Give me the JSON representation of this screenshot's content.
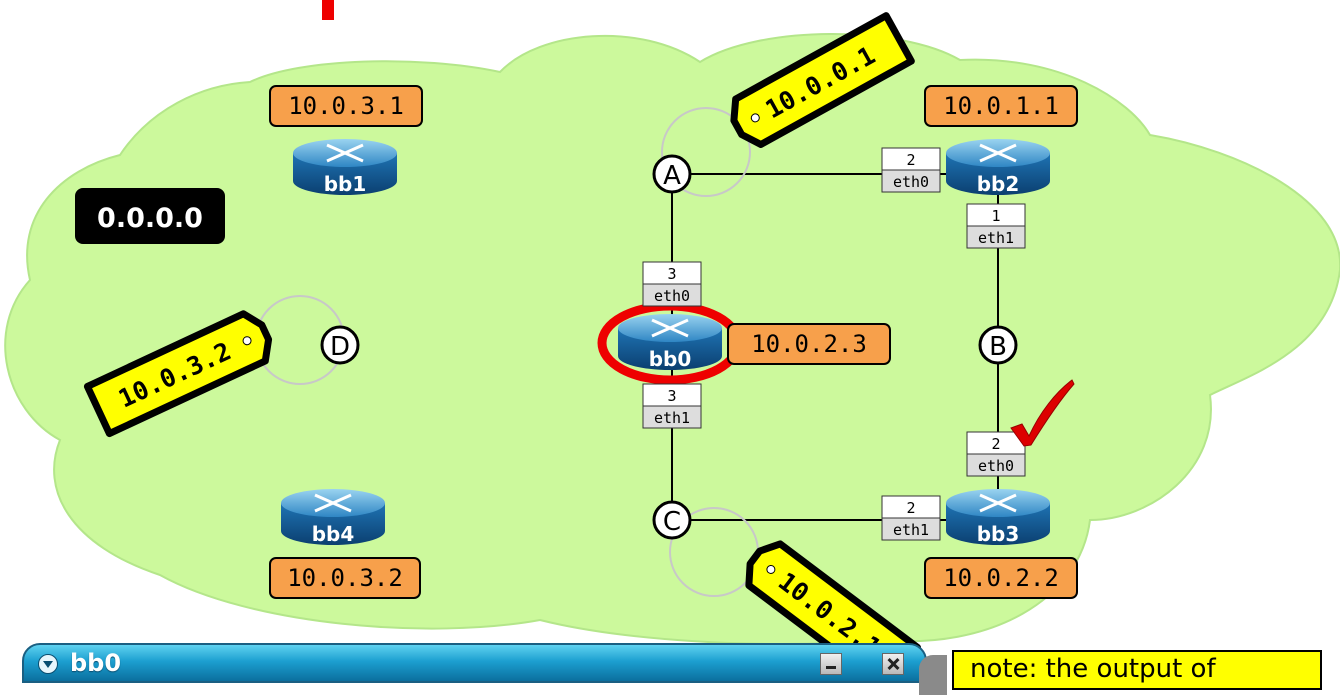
{
  "colors": {
    "cloud": "#ccf99c",
    "addr_tag": "#f7a04b",
    "label_tag": "#ffff00",
    "highlight": "#ee0000",
    "router_blue": "#1f74b4",
    "check": "#dd0000"
  },
  "area_label": "0.0.0.0",
  "routers": [
    {
      "name": "bb1",
      "ip": "10.0.3.1",
      "selected": false
    },
    {
      "name": "bb2",
      "ip": "10.0.1.1",
      "selected": false
    },
    {
      "name": "bb0",
      "ip": "10.0.2.3",
      "selected": true
    },
    {
      "name": "bb4",
      "ip": "10.0.3.2",
      "selected": false
    },
    {
      "name": "bb3",
      "ip": "10.0.2.2",
      "selected": false
    }
  ],
  "networks": [
    {
      "id": "A",
      "tag": "10.0.0.1"
    },
    {
      "id": "B",
      "tag": ""
    },
    {
      "id": "C",
      "tag": "10.0.2.1"
    },
    {
      "id": "D",
      "tag": "10.0.3.2"
    }
  ],
  "interfaces": [
    {
      "router": "bb2",
      "cost": "2",
      "iface": "eth0",
      "network": "A"
    },
    {
      "router": "bb2",
      "cost": "1",
      "iface": "eth1",
      "network": "B"
    },
    {
      "router": "bb0",
      "cost": "3",
      "iface": "eth0",
      "network": "A"
    },
    {
      "router": "bb0",
      "cost": "3",
      "iface": "eth1",
      "network": "C"
    },
    {
      "router": "bb3",
      "cost": "2",
      "iface": "eth0",
      "network": "B"
    },
    {
      "router": "bb3",
      "cost": "2",
      "iface": "eth1",
      "network": "C"
    }
  ],
  "console": {
    "title": "bb0",
    "minimize_icon": "minimize-icon",
    "close_icon": "close-icon"
  },
  "note": "note: the output of"
}
